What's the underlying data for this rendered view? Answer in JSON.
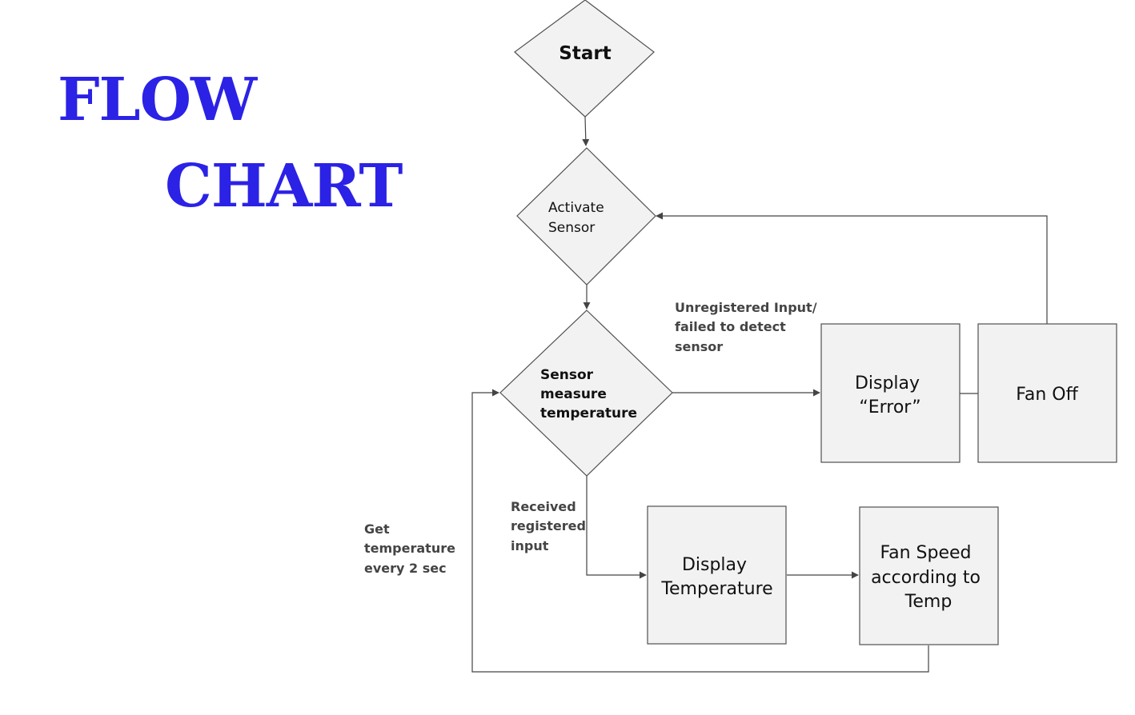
{
  "title": {
    "line1": "FLOW",
    "line2": "CHART",
    "color": "#2b22e6"
  },
  "nodes": {
    "start": {
      "lines": [
        "Start"
      ]
    },
    "activate_sensor": {
      "lines": [
        "Activate",
        "Sensor"
      ]
    },
    "sensor_measure": {
      "lines": [
        "Sensor",
        "measure",
        "temperature"
      ]
    },
    "display_error": {
      "lines": [
        "Display",
        "“Error”"
      ]
    },
    "fan_off": {
      "lines": [
        "Fan Off"
      ]
    },
    "display_temperature": {
      "lines": [
        "Display",
        "Temperature"
      ]
    },
    "fan_speed": {
      "lines": [
        "Fan Speed",
        "according to",
        "Temp"
      ]
    }
  },
  "edge_labels": {
    "unregistered": {
      "lines": [
        "Unregistered Input/",
        "failed to detect",
        "sensor"
      ]
    },
    "received": {
      "lines": [
        "Received",
        "registered",
        "input"
      ]
    },
    "get_temperature": {
      "lines": [
        "Get",
        "temperature",
        "every 2 sec"
      ]
    }
  }
}
